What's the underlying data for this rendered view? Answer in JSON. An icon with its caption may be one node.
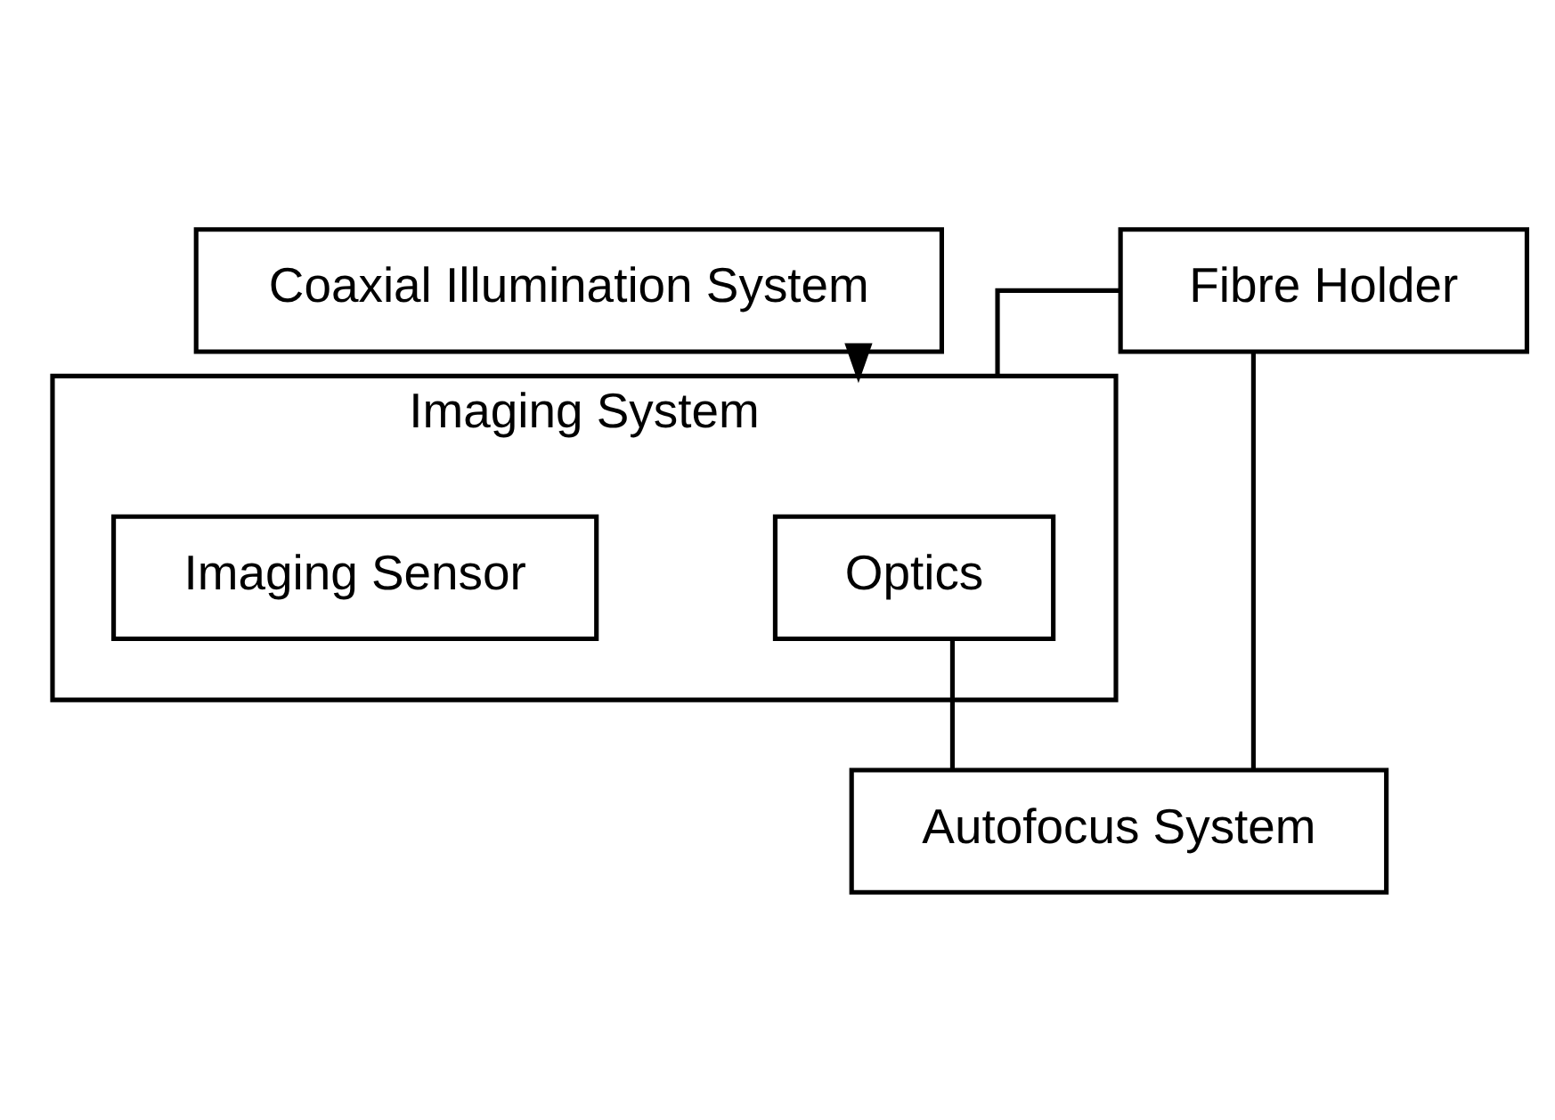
{
  "diagram": {
    "nodes": [
      {
        "text": [
          "Coaxial Illumination System"
        ]
      },
      {
        "text": [
          "Imaging System"
        ]
      },
      {
        "text": [
          "Optics"
        ],
        "in": 1
      },
      {
        "text": [
          "Imaging Sensor"
        ],
        "in": 1
      },
      {
        "text": [
          "Fibre Holder"
        ]
      },
      {
        "text": [
          "Autofocus System"
        ]
      }
    ],
    "edges": [
      {
        "from": 0,
        "to": 1,
        "arrow": "to"
      },
      {
        "from": 4,
        "to": 1,
        "arrow": "none"
      },
      {
        "from": 4,
        "to": 5,
        "arrow": "none"
      },
      {
        "from": 2,
        "to": 5,
        "arrow": "none"
      }
    ]
  }
}
